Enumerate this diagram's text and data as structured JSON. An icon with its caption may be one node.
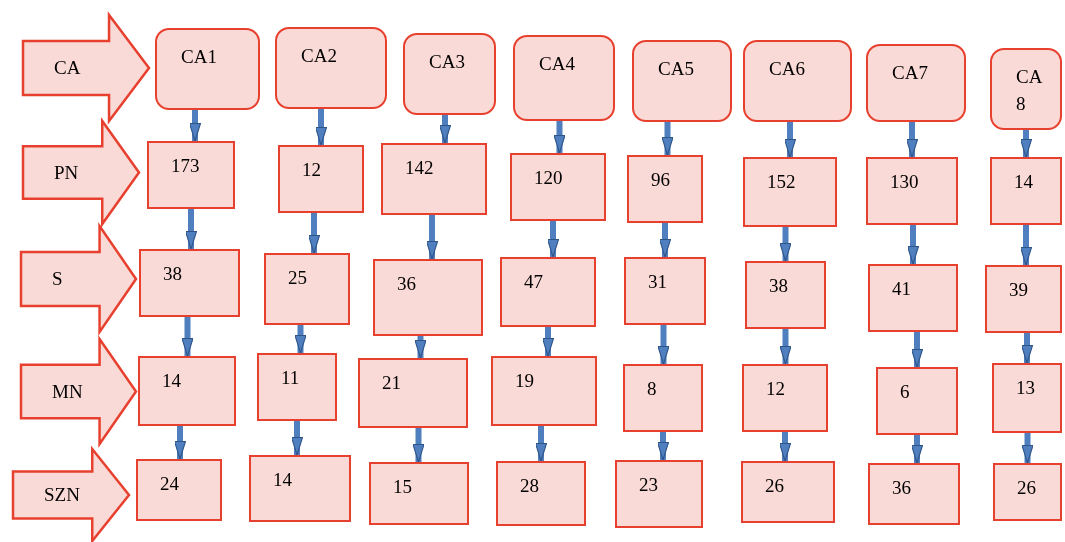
{
  "diagram": {
    "nodes": [
      {
        "text": [
          "CA"
        ]
      },
      {
        "text": [
          "CA1"
        ]
      },
      {
        "text": [
          "CA2"
        ]
      },
      {
        "text": [
          "CA3"
        ]
      },
      {
        "text": [
          "CA4"
        ]
      },
      {
        "text": [
          "CA5"
        ]
      },
      {
        "text": [
          "CA6"
        ]
      },
      {
        "text": [
          "CA7"
        ]
      },
      {
        "text": [
          "CA 8"
        ]
      },
      {
        "text": [
          "PN"
        ]
      },
      {
        "text": [
          "173"
        ]
      },
      {
        "text": [
          "12"
        ]
      },
      {
        "text": [
          "142"
        ]
      },
      {
        "text": [
          "120"
        ]
      },
      {
        "text": [
          "96"
        ]
      },
      {
        "text": [
          "152"
        ]
      },
      {
        "text": [
          "130"
        ]
      },
      {
        "text": [
          "14"
        ]
      },
      {
        "text": [
          "S"
        ]
      },
      {
        "text": [
          "38"
        ]
      },
      {
        "text": [
          "25"
        ]
      },
      {
        "text": [
          "36"
        ]
      },
      {
        "text": [
          "47"
        ]
      },
      {
        "text": [
          "31"
        ]
      },
      {
        "text": [
          "38"
        ]
      },
      {
        "text": [
          "41"
        ]
      },
      {
        "text": [
          "39"
        ]
      },
      {
        "text": [
          "MN"
        ]
      },
      {
        "text": [
          "14"
        ]
      },
      {
        "text": [
          "11"
        ]
      },
      {
        "text": [
          "21"
        ]
      },
      {
        "text": [
          "19"
        ]
      },
      {
        "text": [
          "8"
        ]
      },
      {
        "text": [
          "12"
        ]
      },
      {
        "text": [
          "6"
        ]
      },
      {
        "text": [
          "13"
        ]
      },
      {
        "text": [
          "SZN"
        ]
      },
      {
        "text": [
          "24"
        ]
      },
      {
        "text": [
          "14"
        ]
      },
      {
        "text": [
          "15"
        ]
      },
      {
        "text": [
          "28"
        ]
      },
      {
        "text": [
          "23"
        ]
      },
      {
        "text": [
          "26"
        ]
      },
      {
        "text": [
          "36"
        ]
      },
      {
        "text": [
          "26"
        ]
      }
    ],
    "edges": [
      {
        "from": 1,
        "to": 10,
        "arrow": "to"
      },
      {
        "from": 2,
        "to": 11,
        "arrow": "to"
      },
      {
        "from": 3,
        "to": 12,
        "arrow": "to"
      },
      {
        "from": 4,
        "to": 13,
        "arrow": "to"
      },
      {
        "from": 5,
        "to": 14,
        "arrow": "to"
      },
      {
        "from": 6,
        "to": 15,
        "arrow": "to"
      },
      {
        "from": 7,
        "to": 16,
        "arrow": "to"
      },
      {
        "from": 8,
        "to": 17,
        "arrow": "to"
      },
      {
        "from": 10,
        "to": 19,
        "arrow": "to"
      },
      {
        "from": 11,
        "to": 20,
        "arrow": "to"
      },
      {
        "from": 12,
        "to": 21,
        "arrow": "to"
      },
      {
        "from": 13,
        "to": 22,
        "arrow": "to"
      },
      {
        "from": 14,
        "to": 23,
        "arrow": "to"
      },
      {
        "from": 15,
        "to": 24,
        "arrow": "to"
      },
      {
        "from": 16,
        "to": 25,
        "arrow": "to"
      },
      {
        "from": 17,
        "to": 26,
        "arrow": "to"
      },
      {
        "from": 19,
        "to": 28,
        "arrow": "to"
      },
      {
        "from": 20,
        "to": 29,
        "arrow": "to"
      },
      {
        "from": 21,
        "to": 30,
        "arrow": "to"
      },
      {
        "from": 22,
        "to": 31,
        "arrow": "to"
      },
      {
        "from": 23,
        "to": 32,
        "arrow": "to"
      },
      {
        "from": 24,
        "to": 33,
        "arrow": "to"
      },
      {
        "from": 25,
        "to": 34,
        "arrow": "to"
      },
      {
        "from": 26,
        "to": 35,
        "arrow": "to"
      },
      {
        "from": 28,
        "to": 37,
        "arrow": "to"
      },
      {
        "from": 29,
        "to": 38,
        "arrow": "to"
      },
      {
        "from": 30,
        "to": 39,
        "arrow": "to"
      },
      {
        "from": 31,
        "to": 40,
        "arrow": "to"
      },
      {
        "from": 32,
        "to": 41,
        "arrow": "to"
      },
      {
        "from": 33,
        "to": 42,
        "arrow": "to"
      },
      {
        "from": 34,
        "to": 43,
        "arrow": "to"
      },
      {
        "from": 35,
        "to": 44,
        "arrow": "to"
      }
    ]
  }
}
